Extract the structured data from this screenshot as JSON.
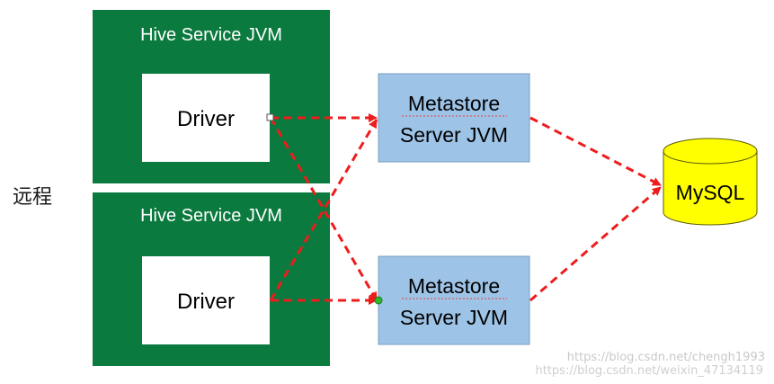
{
  "side_label": "远程",
  "hive_services": [
    {
      "title": "Hive Service JVM",
      "driver": "Driver"
    },
    {
      "title": "Hive Service JVM",
      "driver": "Driver"
    }
  ],
  "metastores": [
    {
      "line1": "Metastore",
      "line2": "Server JVM"
    },
    {
      "line1": "Metastore",
      "line2": "Server JVM"
    }
  ],
  "database": {
    "label": "MySQL"
  },
  "watermarks": {
    "line1": "https://blog.csdn.net/chengh1993",
    "line2": "https://blog.csdn.net/weixin_47134119"
  },
  "colors": {
    "hive_green": "#0a7a3e",
    "driver_box": "#ffffff",
    "metastore_blue": "#9dc3e6",
    "metastore_border": "#7a9fc2",
    "db_yellow": "#ffff00",
    "arrow_red": "#ee1c1c"
  }
}
